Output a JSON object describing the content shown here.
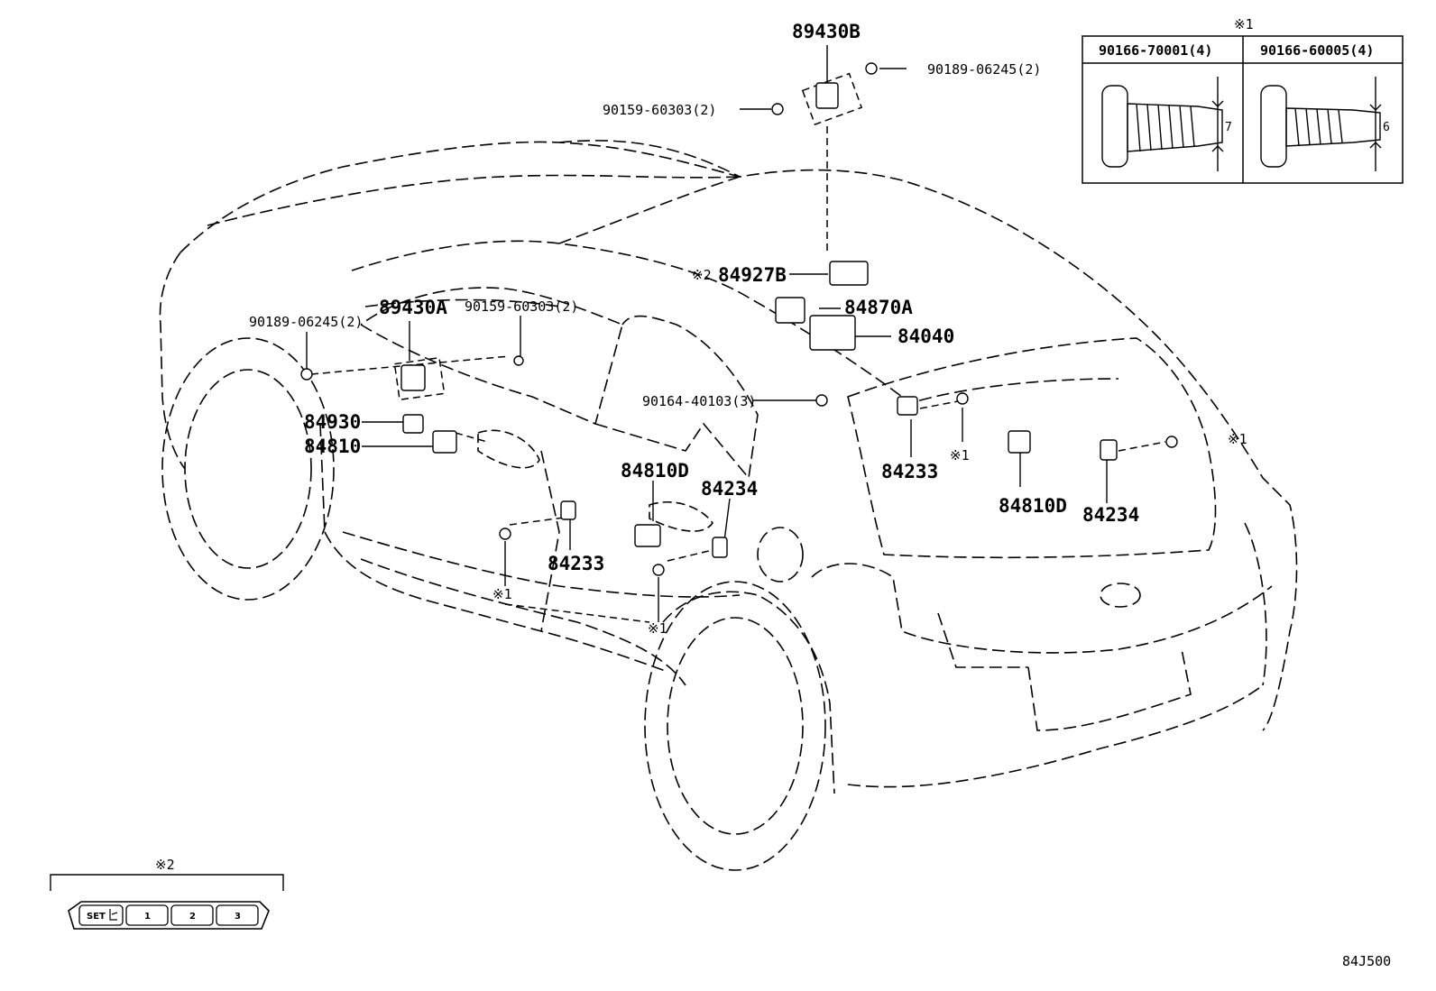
{
  "diagram": {
    "code": "84J500",
    "parts": [
      {
        "id": "p1",
        "text": "89430B"
      },
      {
        "id": "p2",
        "text": "90189-06245(2)"
      },
      {
        "id": "p3",
        "text": "90159-60303(2)"
      },
      {
        "id": "p4",
        "text": "※2"
      },
      {
        "id": "p5",
        "text": "84927B"
      },
      {
        "id": "p6",
        "text": "84870A"
      },
      {
        "id": "p7",
        "text": "84040"
      },
      {
        "id": "p8",
        "text": "89430A"
      },
      {
        "id": "p9",
        "text": "90159-60303(2)"
      },
      {
        "id": "p10",
        "text": "90189-06245(2)"
      },
      {
        "id": "p11",
        "text": "90164-40103(3)"
      },
      {
        "id": "p12",
        "text": "84930"
      },
      {
        "id": "p13",
        "text": "84810"
      },
      {
        "id": "p14",
        "text": "84810D"
      },
      {
        "id": "p15",
        "text": "84234"
      },
      {
        "id": "p16",
        "text": "84233"
      },
      {
        "id": "p17",
        "text": "84233"
      },
      {
        "id": "p18",
        "text": "84810D"
      },
      {
        "id": "p19",
        "text": "84234"
      },
      {
        "id": "p20",
        "text": "※1"
      },
      {
        "id": "p21",
        "text": "※1"
      },
      {
        "id": "p22",
        "text": "※1"
      },
      {
        "id": "p23",
        "text": "※1"
      }
    ],
    "note1": {
      "mark": "※1",
      "columns": [
        {
          "part": "90166-70001(4)",
          "dim": "7"
        },
        {
          "part": "90166-60005(4)",
          "dim": "6"
        }
      ]
    },
    "note2": {
      "mark": "※2",
      "buttons": [
        "SET",
        "1",
        "2",
        "3"
      ]
    }
  }
}
